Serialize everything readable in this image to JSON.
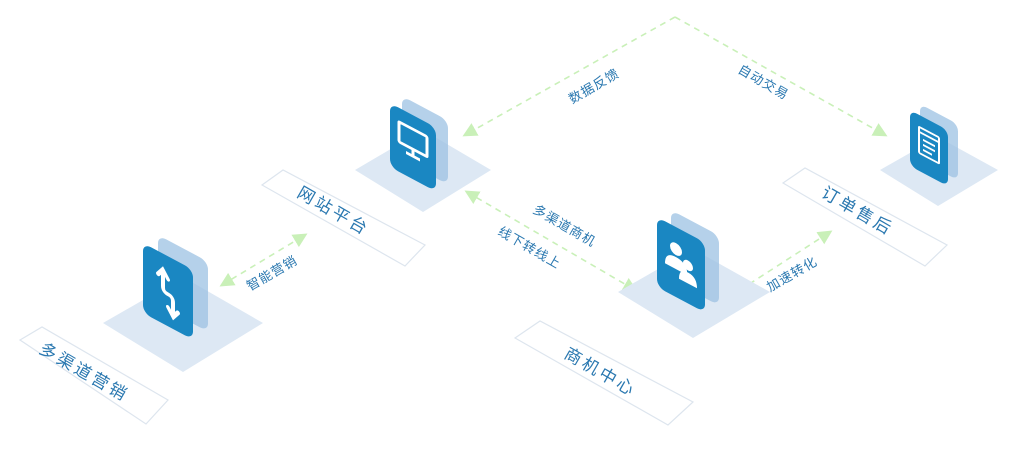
{
  "nodes": {
    "marketing": {
      "label": "多渠道营销",
      "icon": "swap-arrows-icon"
    },
    "website": {
      "label": "网站平台",
      "icon": "monitor-icon"
    },
    "opportunity": {
      "label": "商机中心",
      "icon": "users-icon"
    },
    "order": {
      "label": "订单售后",
      "icon": "document-window-icon"
    }
  },
  "edges": {
    "data_feedback": "数据反馈",
    "auto_trade": "自动交易",
    "multichannel_opportunity": "多渠道商机",
    "offline_to_online": "线下转线上",
    "smart_marketing": "智能营销",
    "accelerate_conversion": "加速转化"
  },
  "colors": {
    "accent": "#1a87c2",
    "arrow": "#c9f0b8",
    "label": "#2a78b0"
  }
}
